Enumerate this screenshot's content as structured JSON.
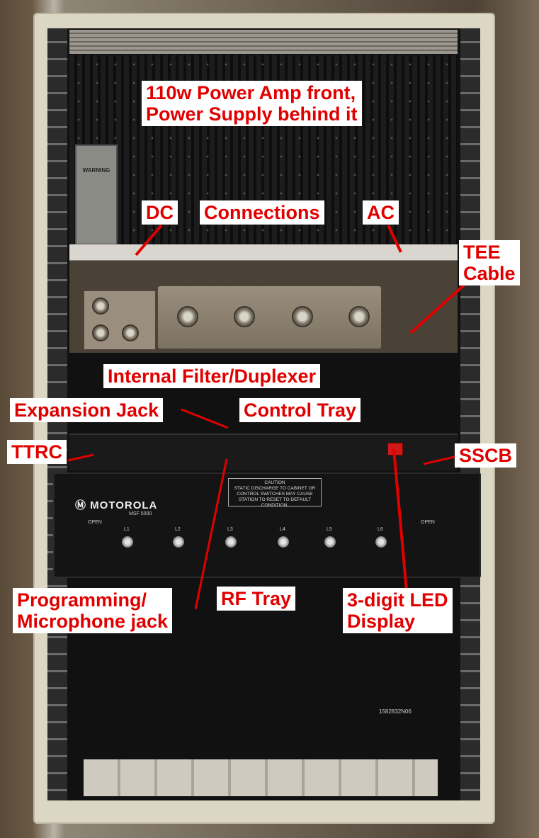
{
  "labels": {
    "power_amp_line1": "110w Power Amp front,",
    "power_amp_line2": "Power Supply behind it",
    "dc": "DC",
    "connections": "Connections",
    "ac": "AC",
    "tee_line1": "TEE",
    "tee_line2": "Cable",
    "filter": "Internal Filter/Duplexer",
    "expansion": "Expansion Jack",
    "control_tray": "Control Tray",
    "ttrc": "TTRC",
    "sscb": "SSCB",
    "prog_line1": "Programming/",
    "prog_line2": "Microphone jack",
    "rf_tray": "RF Tray",
    "led_line1": "3-digit LED",
    "led_line2": "Display"
  },
  "equipment": {
    "brand": "MOTOROLA",
    "model": "MSF 5000",
    "warning": "WARNING",
    "caution": "CAUTION",
    "caution_text": "STATIC DISCHARGE TO CABINET OR CONTROL SWITCHES MAY CAUSE STATION TO RESET TO DEFAULT CONDITION.",
    "serial": "1582832N06",
    "open": "OPEN",
    "connectors": [
      "L1",
      "L2",
      "L3",
      "L4",
      "L5",
      "L6"
    ]
  },
  "colors": {
    "label_text": "#e00000",
    "label_bg": "#ffffff",
    "leader_line": "#e00000"
  }
}
